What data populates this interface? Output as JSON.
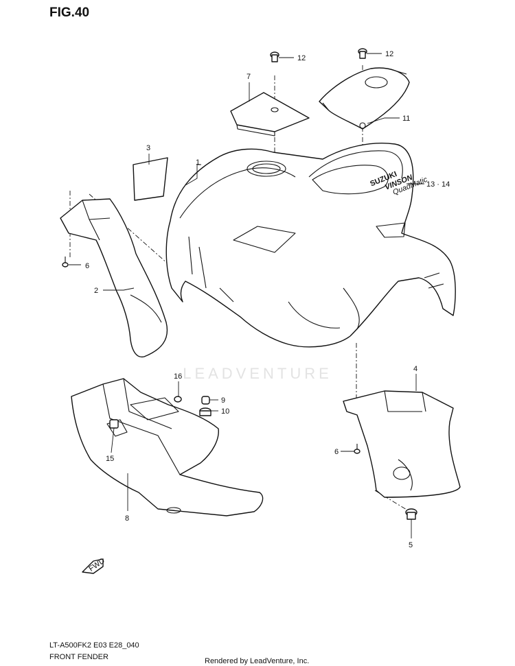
{
  "figure": {
    "title": "FIG.40"
  },
  "footer": {
    "model_code": "LT-A500FK2 E03 E28_040",
    "section_name": "FRONT FENDER",
    "credit": "Rendered by LeadVenture, Inc."
  },
  "watermark": {
    "text": "LEADVENTURE"
  },
  "fwd_mark": {
    "text": "FWD"
  },
  "decal": {
    "brand": "SUZUKI",
    "model": "VINSON",
    "sub": "QuadMatic"
  },
  "callouts": {
    "c1": "1",
    "c2": "2",
    "c3": "3",
    "c4": "4",
    "c5": "5",
    "c6a": "6",
    "c6b": "6",
    "c7": "7",
    "c8": "8",
    "c9": "9",
    "c10": "10",
    "c11": "11",
    "c12a": "12",
    "c12b": "12",
    "c13_14": "13 · 14",
    "c15": "15",
    "c16": "16"
  }
}
